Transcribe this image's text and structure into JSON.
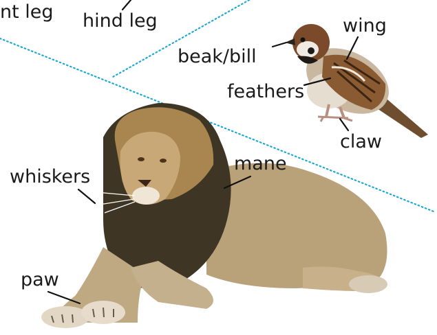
{
  "labels": {
    "front_leg": "nt leg",
    "hind_leg": "hind leg",
    "wing": "wing",
    "beak_bill": "beak/bill",
    "feathers": "feathers",
    "claw": "claw",
    "whiskers": "whiskers",
    "mane": "mane",
    "paw": "paw"
  },
  "colors": {
    "divider": "#1aa7d6",
    "leader": "#111111",
    "mane_dark": "#3e3525",
    "body_tan": "#c7a877",
    "sparrow_brown": "#8a5a32"
  }
}
